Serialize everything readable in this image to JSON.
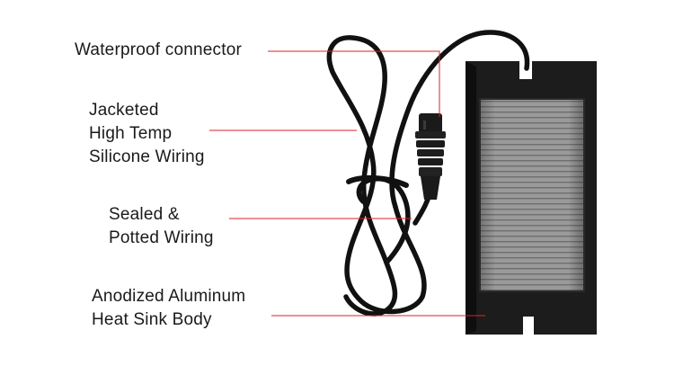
{
  "callouts": {
    "waterproof_connector": {
      "lines": [
        "Waterproof connector"
      ]
    },
    "jacketed_wiring": {
      "lines": [
        "Jacketed",
        "High Temp",
        "Silicone Wiring"
      ]
    },
    "sealed_potted": {
      "lines": [
        "Sealed &",
        "Potted Wiring"
      ]
    },
    "heat_sink_body": {
      "lines": [
        "Anodized Aluminum",
        "Heat Sink Body"
      ]
    }
  },
  "colors": {
    "leader_line": "#d8232a",
    "body_dark": "#1c1c1c",
    "fin_gray": "#8e8e8e",
    "cable": "#111111",
    "background": "#ffffff",
    "text": "#1a1a1a"
  }
}
